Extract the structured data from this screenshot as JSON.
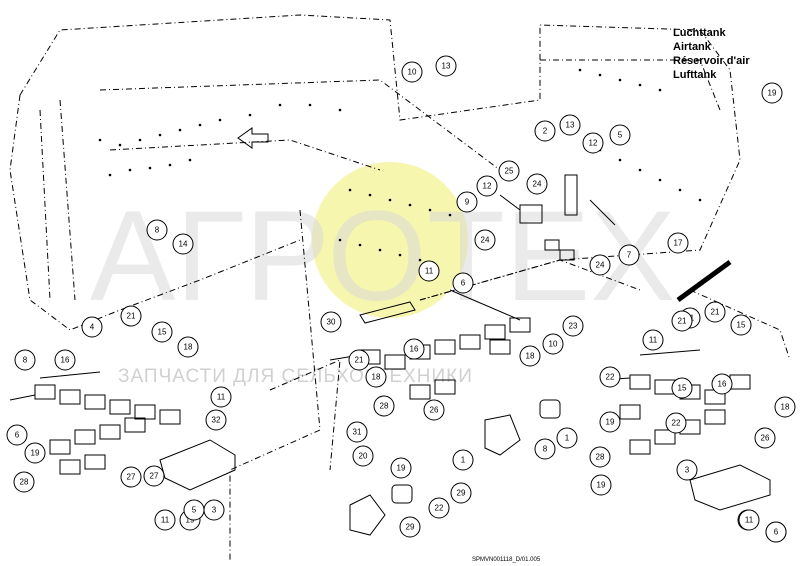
{
  "legend": {
    "lines": [
      "Luchttank",
      "Airtank",
      "Réservoir d'air",
      "Lufttank"
    ]
  },
  "drawing_code": "SPMVN001118_D/01.005",
  "watermark": {
    "text": "АГРОТЕХ",
    "subtitle": "ЗАПЧАСТИ ДЛЯ СЕЛЬХОЗТЕХНИКИ",
    "logo_color": "#f2f28a"
  },
  "callouts": [
    "10",
    "13",
    "19",
    "2",
    "13",
    "12",
    "5",
    "25",
    "12",
    "24",
    "9",
    "24",
    "24",
    "7",
    "8",
    "14",
    "17",
    "11",
    "6",
    "30",
    "4",
    "21",
    "15",
    "18",
    "11",
    "21",
    "15",
    "8",
    "16",
    "18",
    "21",
    "16",
    "23",
    "18",
    "10",
    "22",
    "19",
    "28",
    "26",
    "11",
    "6",
    "19",
    "32",
    "31",
    "20",
    "19",
    "1",
    "29",
    "22",
    "29",
    "1",
    "8",
    "11",
    "21",
    "15",
    "16",
    "18",
    "26",
    "22",
    "28",
    "19",
    "3",
    "11",
    "6",
    "19",
    "27",
    "28",
    "27",
    "11",
    "5",
    "3",
    "11",
    "6"
  ]
}
